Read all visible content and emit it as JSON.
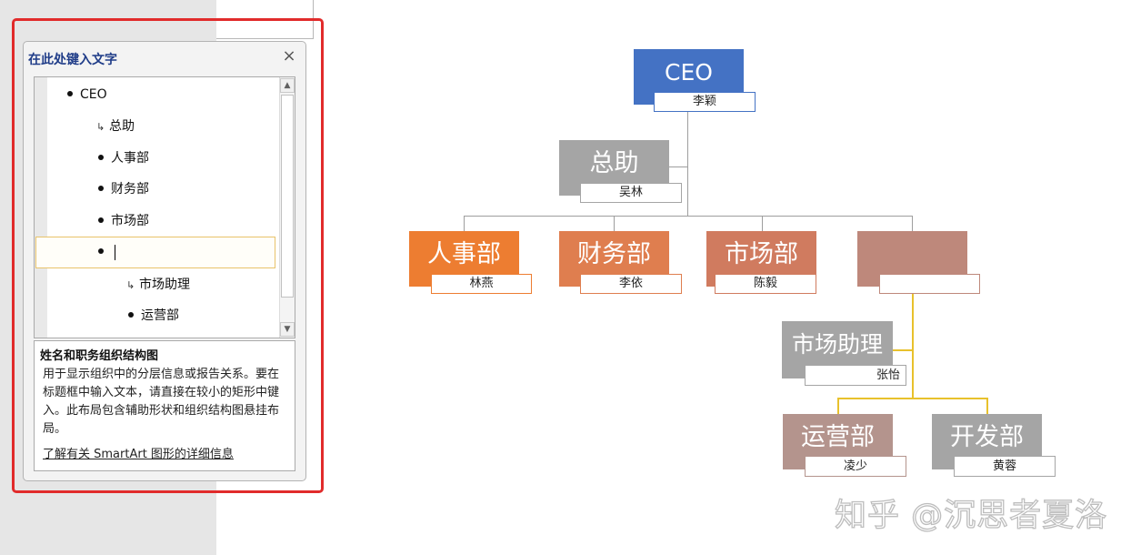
{
  "text_pane": {
    "title": "在此处键入文字",
    "close_glyph": "×",
    "items": [
      {
        "text": "CEO",
        "level": 0,
        "kind": "bullet"
      },
      {
        "text": "总助",
        "level": 1,
        "kind": "assistant"
      },
      {
        "text": "人事部",
        "level": 1,
        "kind": "bullet"
      },
      {
        "text": "财务部",
        "level": 1,
        "kind": "bullet"
      },
      {
        "text": "市场部",
        "level": 1,
        "kind": "bullet"
      },
      {
        "text": "",
        "level": 1,
        "kind": "bullet",
        "selected": true
      },
      {
        "text": "市场助理",
        "level": 2,
        "kind": "assistant"
      },
      {
        "text": "运营部",
        "level": 2,
        "kind": "bullet"
      }
    ],
    "description": {
      "title": "姓名和职务组织结构图",
      "body": "用于显示组织中的分层信息或报告关系。要在标题框中输入文本，请直接在较小的矩形中键入。此布局包含辅助形状和组织结构图悬挂布局。",
      "link": "了解有关 SmartArt 图形的详细信息"
    }
  },
  "org_chart": {
    "ceo": {
      "title": "CEO",
      "name": "李颖",
      "color": "#4472c4"
    },
    "assistant": {
      "title": "总助",
      "name": "吴林",
      "color": "#a5a5a5"
    },
    "departments": [
      {
        "title": "人事部",
        "name": "林燕",
        "color": "#ed7d31"
      },
      {
        "title": "财务部",
        "name": "李依",
        "color": "#df7e4f"
      },
      {
        "title": "市场部",
        "name": "陈毅",
        "color": "#d07b5f"
      },
      {
        "title": "",
        "name": "",
        "color": "#be887b"
      }
    ],
    "sub_assistant": {
      "title": "市场助理",
      "name": "张怡",
      "color": "#a5a5a5"
    },
    "sub_units": [
      {
        "title": "运营部",
        "name": "凌少",
        "color": "#b4948d"
      },
      {
        "title": "开发部",
        "name": "黄蓉",
        "color": "#a5a5a5"
      }
    ],
    "connector_color": "#9e9e9e",
    "sub_connector_color": "#e8c12c"
  },
  "watermark": "知乎 @沉思者夏洛"
}
